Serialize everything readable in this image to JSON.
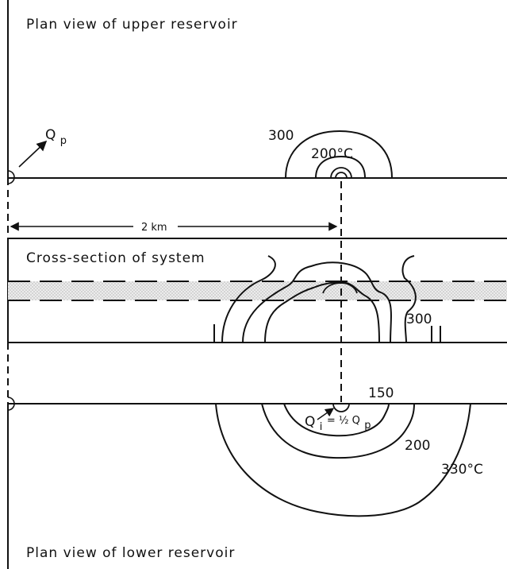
{
  "upper_panel": {
    "title": "Plan view of upper reservoir",
    "production_flow_label": "Q",
    "production_flow_subscript": "p",
    "isotherm_outer": "300",
    "isotherm_inner": "200°C"
  },
  "cross_section": {
    "title": "Cross-section of system",
    "distance_label": "2 km",
    "isotherm_label": "300"
  },
  "lower_panel": {
    "title": "Plan view of lower reservoir",
    "injection_flow_label": "Q",
    "injection_flow_subscript": "i",
    "injection_flow_relation": "= ½ Q",
    "injection_flow_relation_subscript": "p",
    "isotherm_inner": "150",
    "isotherm_middle": "200",
    "isotherm_outer": "330°C"
  },
  "colors": {
    "ink": "#111111",
    "aquifer_fill": "#d9d9d9",
    "background": "#ffffff"
  }
}
